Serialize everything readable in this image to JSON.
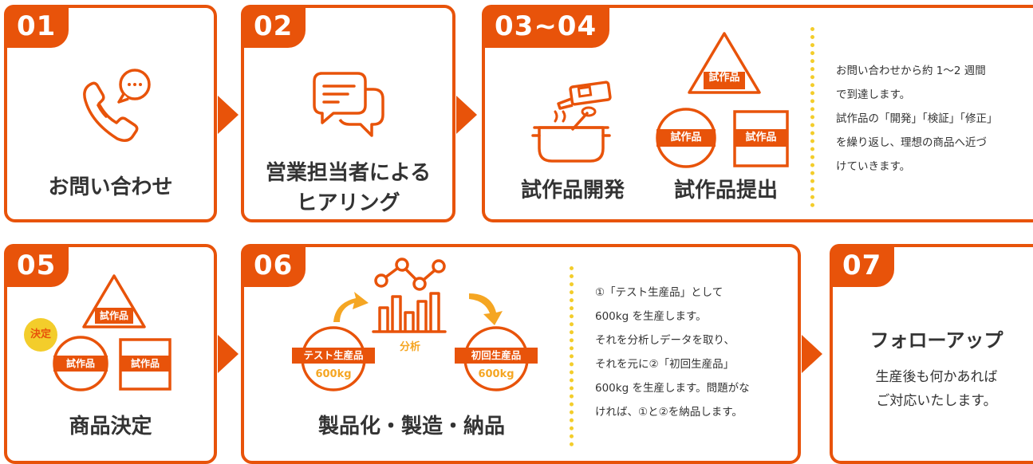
{
  "colors": {
    "accent": "#e8530a",
    "orange_light": "#f5a623",
    "yellow": "#f3cd2b",
    "text": "#333333"
  },
  "steps": [
    {
      "num": "01",
      "title": "お問い合わせ",
      "icon": "phone-chat-icon"
    },
    {
      "num": "02",
      "title_lines": [
        "営業担当者による",
        "ヒアリング"
      ],
      "icon": "chat-bubbles-icon"
    },
    {
      "num": "03~04",
      "label_left": "試作品開発",
      "label_right": "試作品提出",
      "icon": "cooking-pot-icon",
      "prototype_tag": "試作品",
      "desc": [
        "お問い合わせから約 1〜2 週間",
        "で到達します。",
        "試作品の「開発」「検証」「修正」",
        "を繰り返し、理想の商品へ近づ",
        "けていきます。"
      ]
    },
    {
      "num": "05",
      "title": "商品決定",
      "prototype_tag": "試作品",
      "decided_tag": "決定"
    },
    {
      "num": "06",
      "title": "製品化・製造・納品",
      "left_label": "テスト生産品",
      "left_qty": "600kg",
      "analysis": "分析",
      "right_label": "初回生産品",
      "right_qty": "600kg",
      "desc": [
        "①「テスト生産品」として",
        "600kg を生産します。",
        "それを分析しデータを取り、",
        "それを元に②「初回生産品」",
        "600kg を生産します。問題がな",
        "ければ、①と②を納品します。"
      ]
    },
    {
      "num": "07",
      "title": "フォローアップ",
      "subtitle_lines": [
        "生産後も何かあれば",
        "ご対応いたします。"
      ]
    }
  ]
}
